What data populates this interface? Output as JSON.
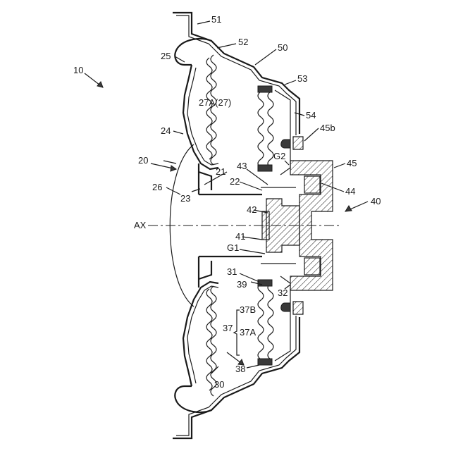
{
  "figure": {
    "labels": {
      "l10": "10",
      "l20": "20",
      "l21": "21",
      "l22": "22",
      "l23": "23",
      "l24": "24",
      "l25": "25",
      "l26": "26",
      "l27": "27A(27)",
      "l30": "30",
      "l31": "31",
      "l32": "32",
      "l37": "37",
      "l37a": "37A",
      "l37b": "37B",
      "l38": "38",
      "l39": "39",
      "l40": "40",
      "l41": "41",
      "l42": "42",
      "l43": "43",
      "l44": "44",
      "l45": "45",
      "l45b": "45b",
      "l50": "50",
      "l51": "51",
      "l52": "52",
      "l53": "53",
      "l54": "54",
      "lg1": "G1",
      "lg2": "G2",
      "lax": "AX"
    }
  }
}
